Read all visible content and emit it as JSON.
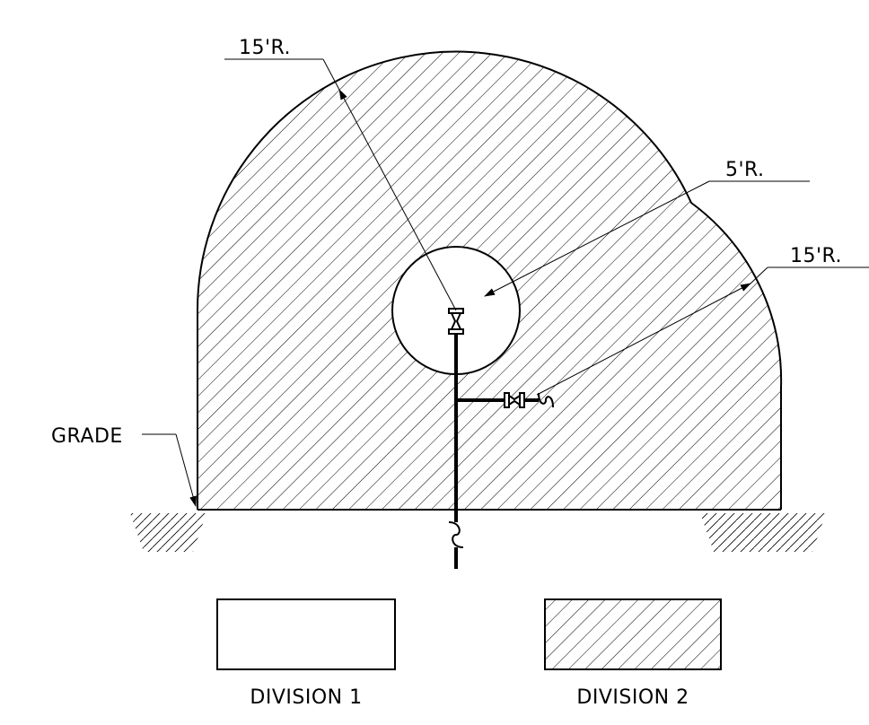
{
  "labels": {
    "radius_top": "15'R.",
    "radius_inner": "5'R.",
    "radius_right": "15'R.",
    "grade": "GRADE",
    "legend_1": "DIVISION 1",
    "legend_2": "DIVISION 2"
  },
  "colors": {
    "line": "#000000",
    "background": "#ffffff"
  }
}
